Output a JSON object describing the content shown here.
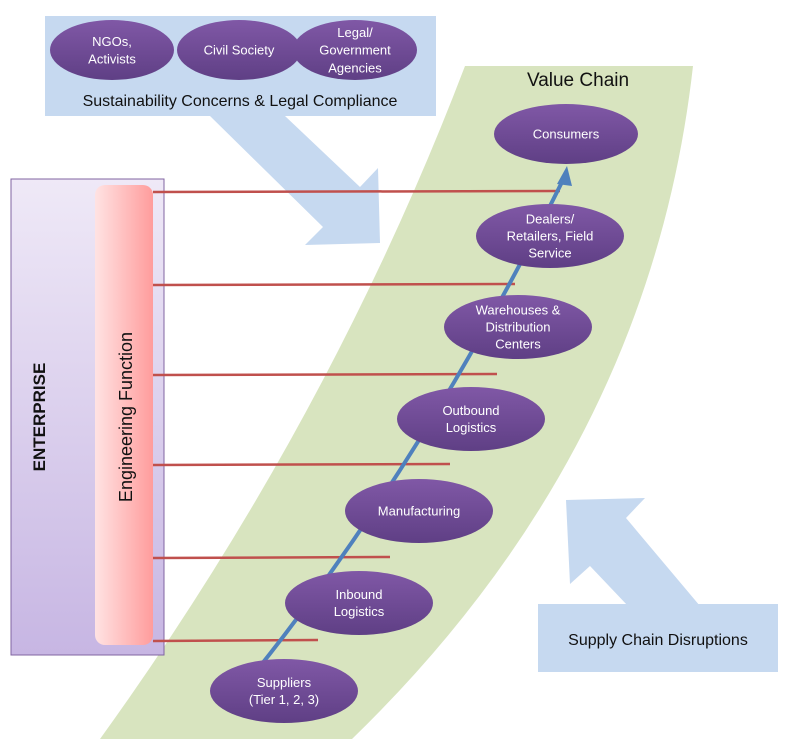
{
  "stakeholders": {
    "caption": "Sustainability Concerns & Legal Compliance",
    "items": [
      {
        "lines": [
          "NGOs,",
          "Activists"
        ]
      },
      {
        "lines": [
          "Civil Society"
        ]
      },
      {
        "lines": [
          "Legal/",
          "Government",
          "Agencies"
        ]
      }
    ]
  },
  "value_chain": {
    "title": "Value Chain",
    "stages": [
      {
        "lines": [
          "Consumers"
        ]
      },
      {
        "lines": [
          "Dealers/",
          "Retailers, Field",
          "Service"
        ]
      },
      {
        "lines": [
          "Warehouses &",
          "Distribution",
          "Centers"
        ]
      },
      {
        "lines": [
          "Outbound",
          "Logistics"
        ]
      },
      {
        "lines": [
          "Manufacturing"
        ]
      },
      {
        "lines": [
          "Inbound",
          "Logistics"
        ]
      },
      {
        "lines": [
          "Suppliers",
          "(Tier 1, 2, 3)"
        ]
      }
    ]
  },
  "enterprise": {
    "label": "ENTERPRISE",
    "function_label": "Engineering Function"
  },
  "disruptions": {
    "label": "Supply Chain Disruptions"
  },
  "colors": {
    "node": "#7b55a0",
    "band": "#d8e4bf",
    "arrow": "#c6d9f0",
    "link": "#c0504d",
    "spine": "#4f81bd"
  }
}
